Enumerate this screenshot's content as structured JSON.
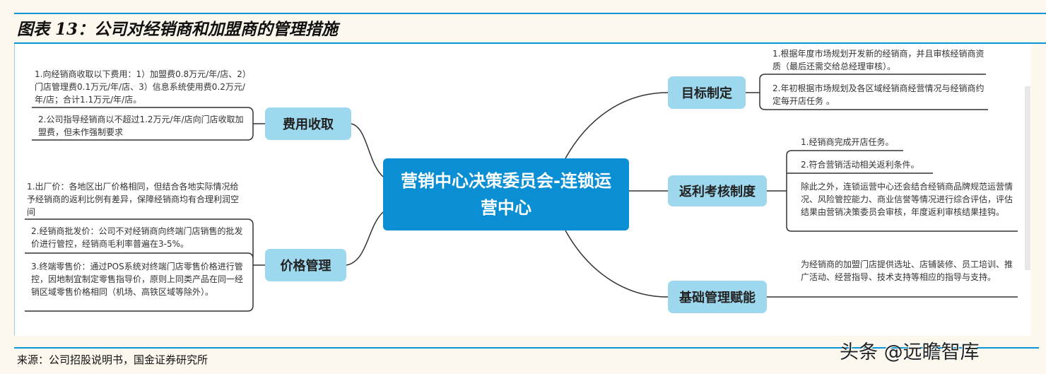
{
  "title": "图表 13：公司对经销商和加盟商的管理措施",
  "center": "营销中心决策委员会-连锁运营中心",
  "branches": {
    "fee": {
      "label": "费用收取",
      "items": [
        "1.向经销商收取以下费用：1）加盟费0.8万元/年/店、2）门店管理费0.1万元/年/店、3）信息系统使用费0.2万元/年/店；合计1.1万元/年/店。",
        "2.公司指导经销商以不超过1.2万元/年/店向门店收取加盟费，但未作强制要求"
      ]
    },
    "price": {
      "label": "价格管理",
      "items": [
        "1.出厂价：各地区出厂价格相同，但结合各地实际情况给予经销商的返利比例有差异，保障经销商均有合理利润空间",
        "2.经销商批发价：公司不对经销商向终端门店销售的批发价进行管控，经销商毛利率普遍在3-5%。",
        "3.终端零售价：通过POS系统对终端门店零售价格进行管控，因地制宜制定零售指导价，原则上同类产品在同一经销区域零售价格相同（机场、高铁区域等除外）。"
      ]
    },
    "target": {
      "label": "目标制定",
      "items": [
        "1.根据年度市场规划开发新的经销商，并且审核经销商资质（最后还需交给总经理审核）。",
        "2.年初根据市场规划及各区域经销商经营情况与经销商约定每开店任务 。"
      ]
    },
    "rebate": {
      "label": "返利考核制度",
      "items": [
        "1.经销商完成开店任务。",
        "2.符合营销活动相关返利条件。",
        "除此之外，连锁运营中心还会结合经销商品牌规范运营情况、风险管控能力、商业信誉等情况进行综合评估，评估结果由营销决策委员会审核，年度返利审核结果挂钩。"
      ]
    },
    "basic": {
      "label": "基础管理赋能",
      "items": [
        "为经销商的加盟门店提供选址、店铺装修、员工培训、推广活动、经营指导、技术支持等相应的指导与支持。"
      ]
    }
  },
  "source": "来源：公司招股说明书，国金证券研究所",
  "watermark": "头条 @远瞻智库"
}
